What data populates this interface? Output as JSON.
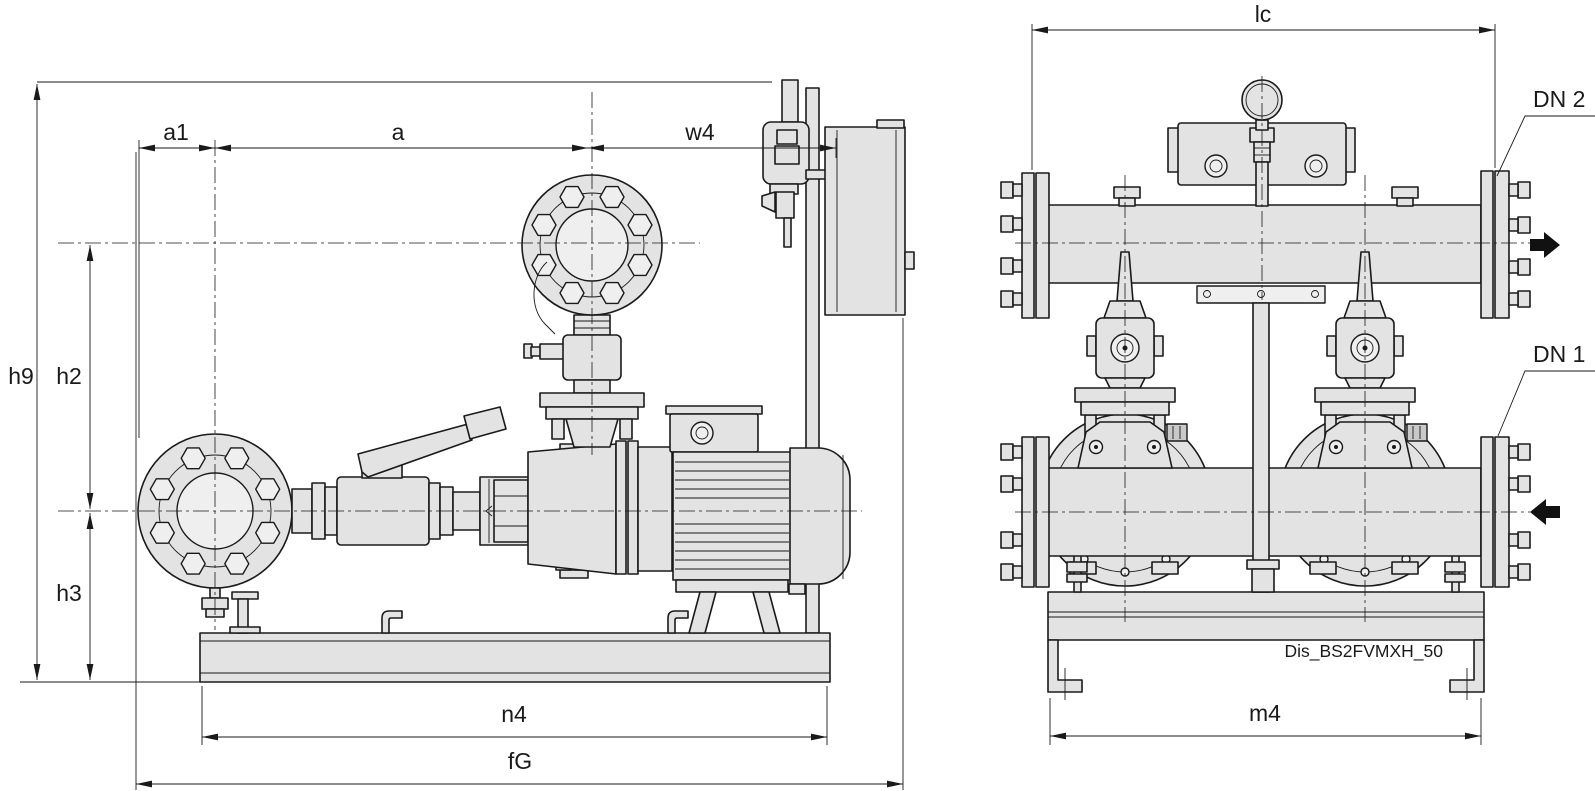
{
  "drawing": {
    "title_code": "Dis_BS2FVMXH_50",
    "type": "pump-set-dimensional-drawing",
    "colors": {
      "line": "#1a1a1a",
      "part_fill": "#e3e3e3",
      "part_fill_light": "#efefef",
      "part_fill_dark": "#c9c9c9",
      "flow_arrow": "#111111",
      "background": "#ffffff"
    },
    "side_view": {
      "dimensions": {
        "h9": "h9",
        "h2": "h2",
        "h3": "h3",
        "a1": "a1",
        "a": "a",
        "w4": "w4",
        "n4": "n4",
        "fG": "fG"
      }
    },
    "front_view": {
      "dimensions": {
        "lc": "lc",
        "m4": "m4"
      },
      "connections": {
        "outlet": {
          "label": "DN 2",
          "icon": "flow-out-arrow"
        },
        "inlet": {
          "label": "DN 1",
          "icon": "flow-in-arrow"
        }
      }
    }
  }
}
